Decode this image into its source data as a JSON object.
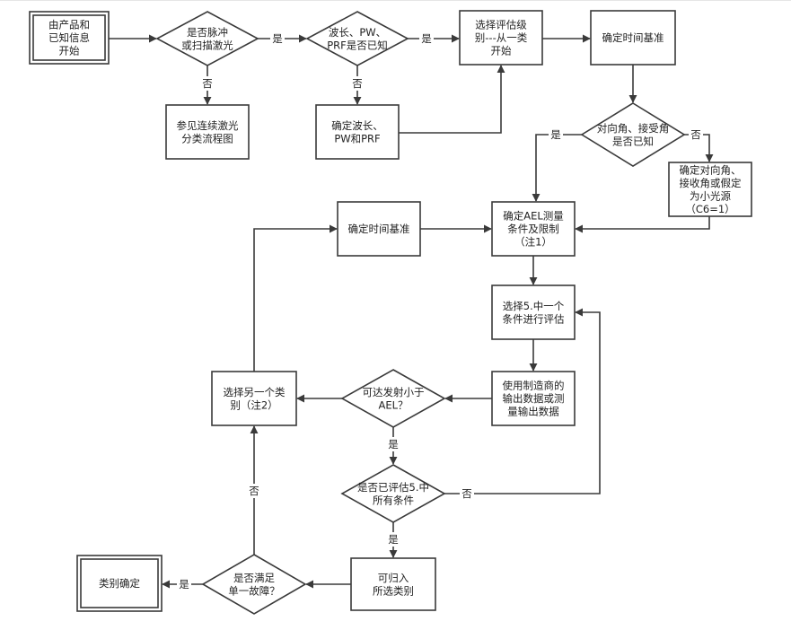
{
  "nodes": {
    "start": [
      "由产品和",
      "已知信息",
      "开始"
    ],
    "q_pulse_scan": [
      "是否脉冲",
      "或扫描激光"
    ],
    "q_wavelength_known": [
      "波长、PW、",
      "PRF是否已知"
    ],
    "select_class_level": [
      "选择评估级",
      "别---从一类",
      "开始"
    ],
    "time_base_top": [
      "确定时间基准"
    ],
    "see_continuous": [
      "参见连续激光",
      "分类流程图"
    ],
    "determine_wavelength": [
      "确定波长、",
      "PW和PRF"
    ],
    "q_angles_known": [
      "对向角、接受角",
      "是否已知"
    ],
    "determine_angles": [
      "确定对向角、",
      "接收角或假定",
      "为小光源",
      "（C6=1）"
    ],
    "time_base_mid": [
      "确定时间基准"
    ],
    "ael_conditions": [
      "确定AEL测量",
      "条件及限制",
      "（注1）"
    ],
    "select_condition": [
      "选择5.中一个",
      "条件进行评估"
    ],
    "use_data": [
      "使用制造商的",
      "输出数据或测",
      "量输出数据"
    ],
    "q_reachable_less": [
      "可达发射小于",
      "AEL？"
    ],
    "select_another_class": [
      "选择另一个类",
      "别（注2）"
    ],
    "q_all_conditions": [
      "是否已评估5.中",
      "所有条件"
    ],
    "assign_class": [
      "可归入",
      "所选类别"
    ],
    "q_single_fault": [
      "是否满足",
      "单一故障？"
    ],
    "class_confirmed": [
      "类别确定"
    ]
  },
  "edge_labels": {
    "pulse_yes": "是",
    "pulse_no": "否",
    "wavelength_yes": "是",
    "wavelength_no": "否",
    "angles_yes": "是",
    "angles_no": "否",
    "reachable_yes": "是",
    "all_cond_yes": "是",
    "all_cond_no": "否",
    "single_fault_yes": "是",
    "single_fault_no": "否"
  }
}
